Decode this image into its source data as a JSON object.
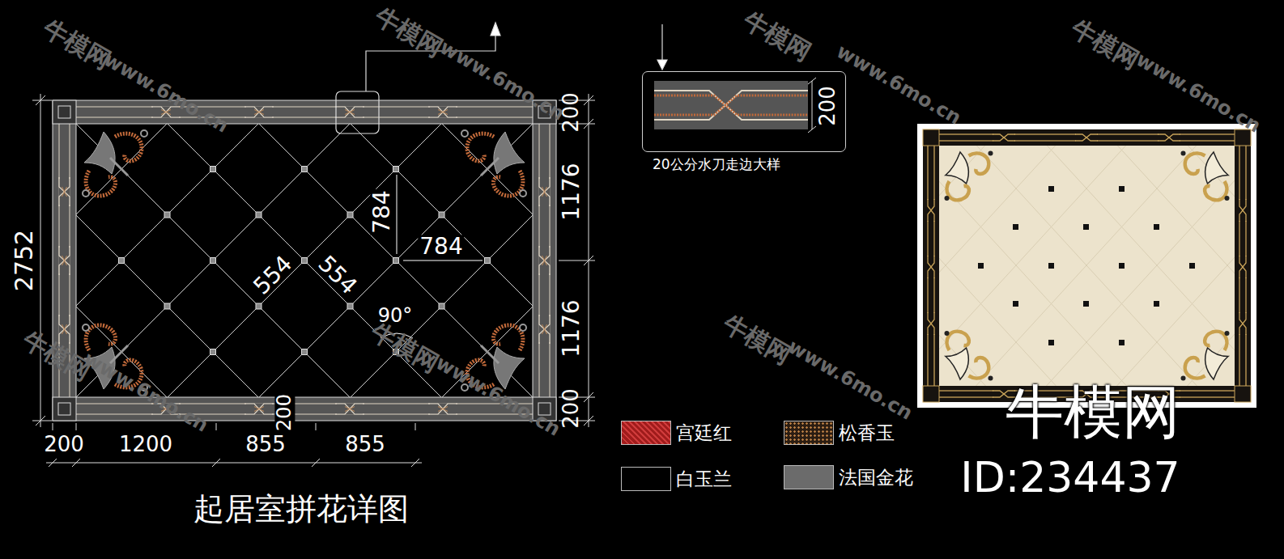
{
  "diagram": {
    "title": "起居室拼花详图",
    "nodes": [
      {
        "text": [
          "200",
          "20公分水刀走边大样"
        ]
      }
    ],
    "labels": [
      "2752",
      "200",
      "1176",
      "1176",
      "200",
      "200",
      "1200",
      "855",
      "855",
      "200",
      "784",
      "784",
      "554",
      "554",
      "90°",
      "牛模网",
      "ID:234437",
      "牛模网",
      "www.6mo.cn",
      "牛模网",
      "www.6mo.cn",
      "牛模网",
      "www.6mo.cn",
      "牛模网",
      "www.6mo.cn",
      "牛模网",
      "www.6mo.cn",
      "牛模网",
      "www.6mo.cn",
      "牛模网",
      "www.6mo.cn"
    ],
    "legend": [
      {
        "text": "宫廷红",
        "color": "#a01c1c"
      },
      {
        "text": "白玉兰",
        "color": "#000000"
      },
      {
        "text": "松香玉",
        "color": "#2b1d12"
      },
      {
        "text": "法国金花",
        "color": "#6b6b6b"
      }
    ]
  }
}
